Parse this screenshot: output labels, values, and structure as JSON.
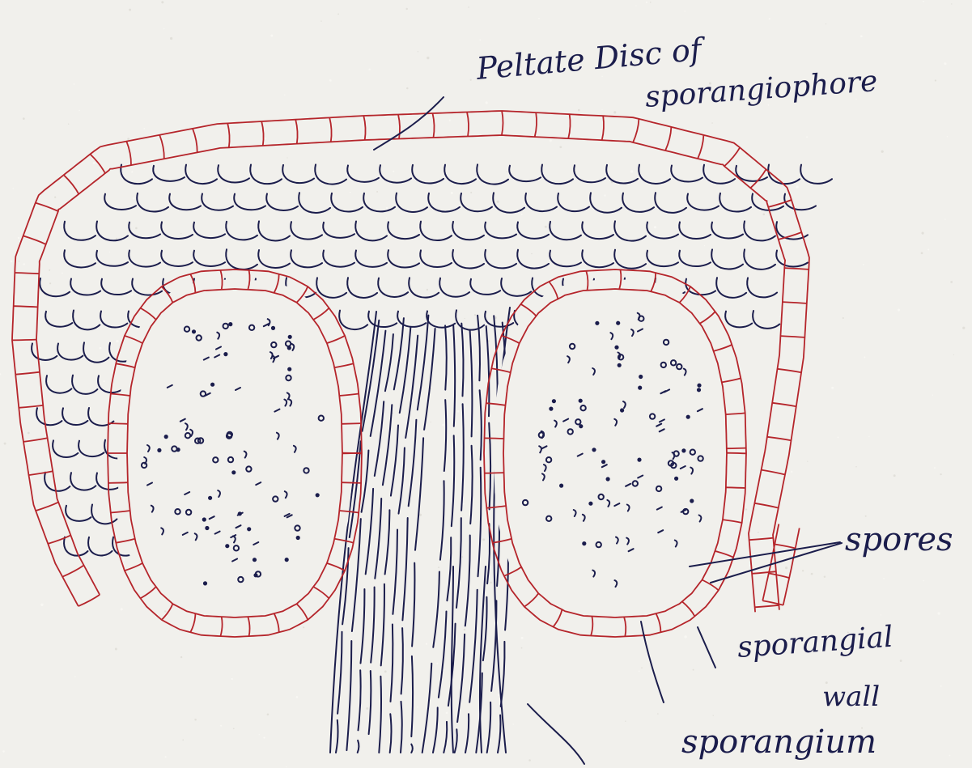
{
  "diagram": {
    "labels": {
      "peltate_line1": "Peltate Disc of",
      "peltate_line2": "sporangiophore",
      "spores": "spores",
      "wall_line1": "sporangial",
      "wall_line2": "wall",
      "sporangium": "sporangium"
    },
    "colors": {
      "paper": "#f1f0ec",
      "ink_blue": "#1b1d4c",
      "ink_red": "#b5252b"
    }
  }
}
